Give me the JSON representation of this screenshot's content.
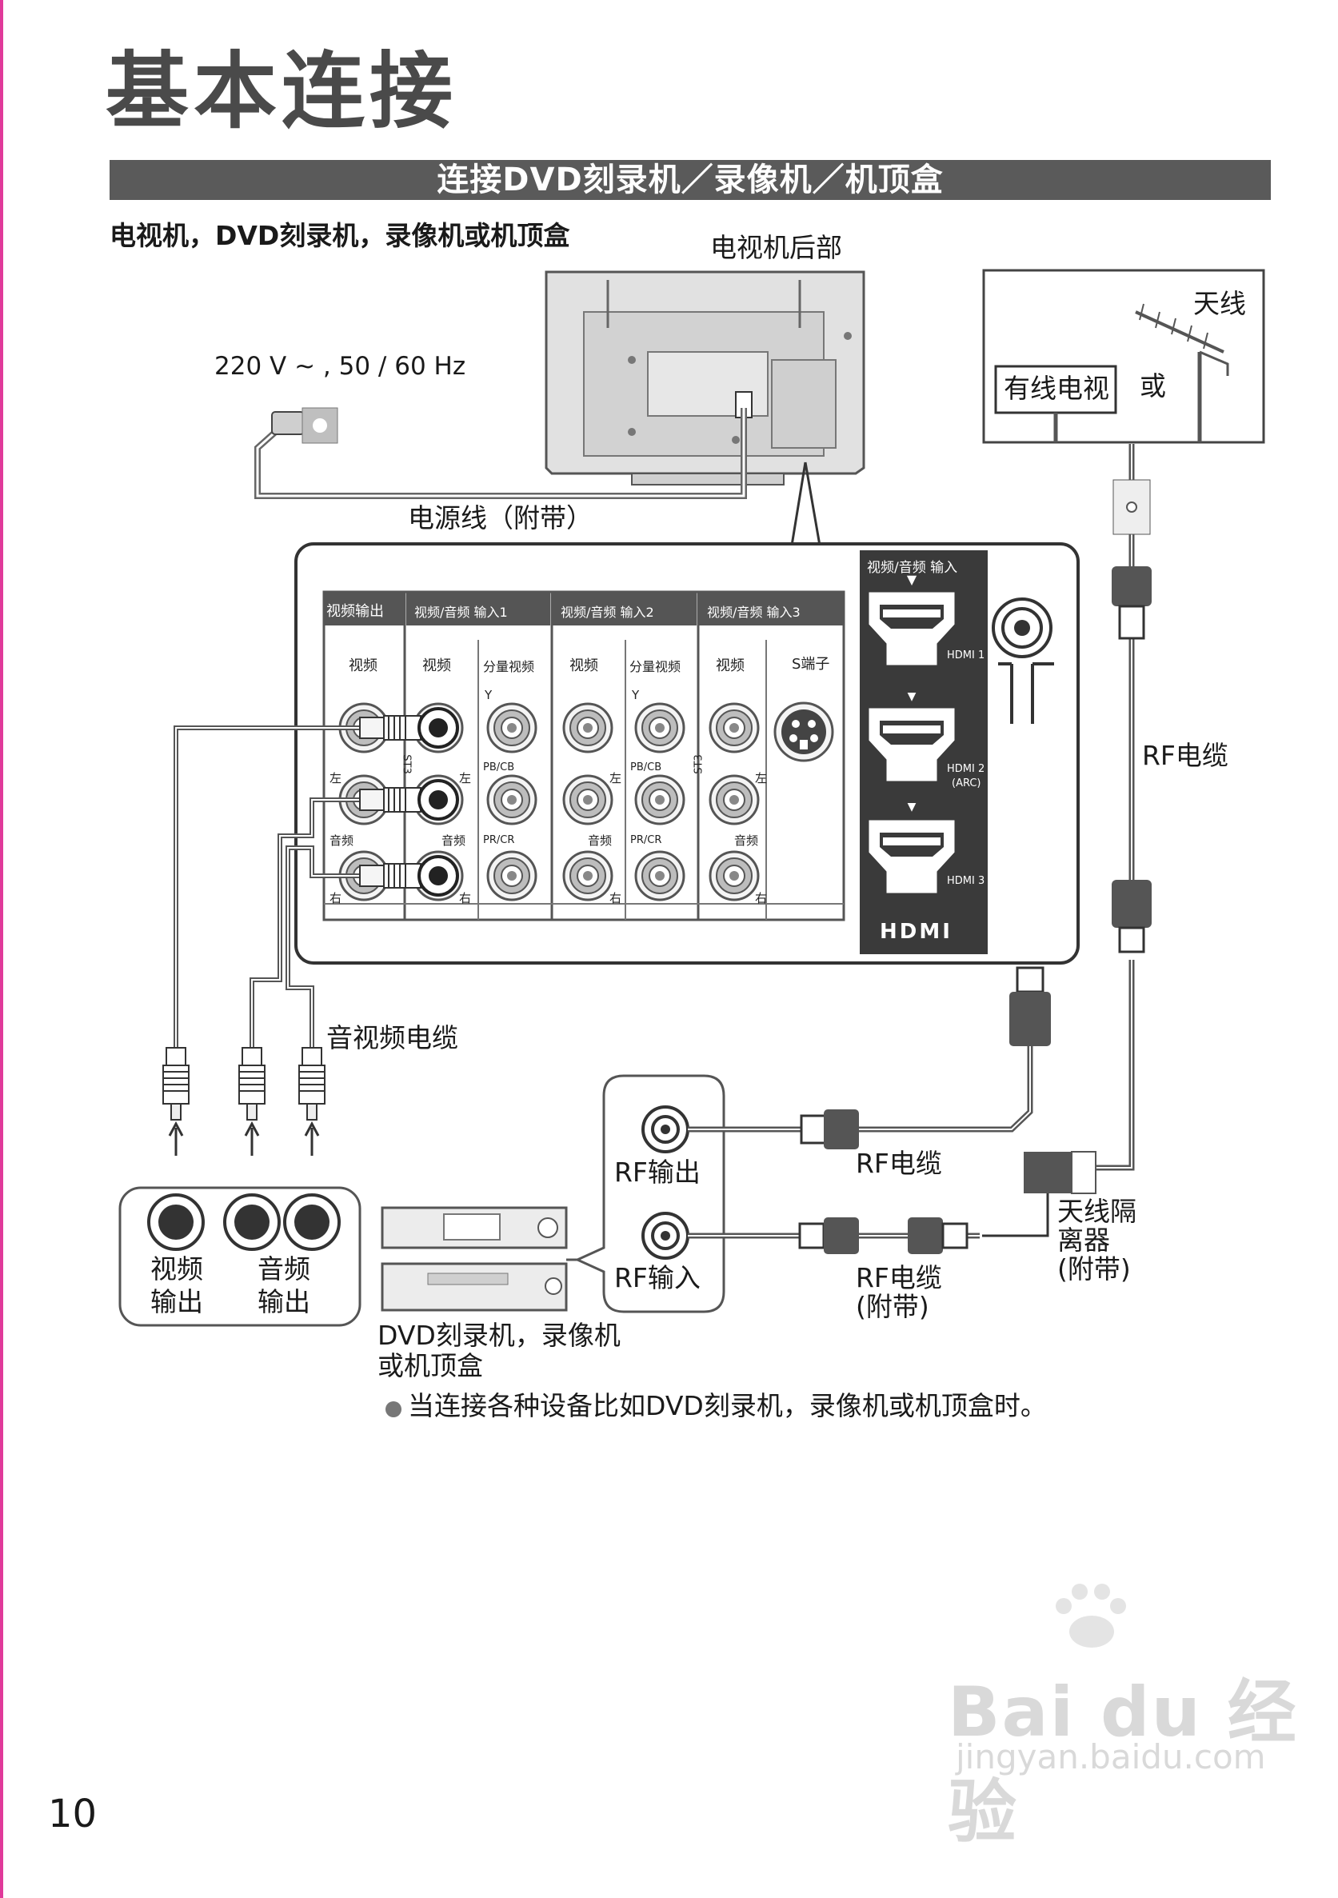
{
  "page": {
    "title": "基本连接",
    "section_title": "连接DVD刻录机／录像机／机顶盒",
    "subtitle": "电视机，DVD刻录机，录像机或机顶盒",
    "page_number": "10"
  },
  "tv": {
    "back_label": "电视机后部",
    "power_spec": "220 V ~ , 50 / 60 Hz",
    "power_cable_label": "电源线（附带）"
  },
  "antenna": {
    "antenna_label": "天线",
    "cable_tv_label": "有线电视",
    "or_label": "或"
  },
  "panel": {
    "group_video_out": "视频输出",
    "group_av1": "视频/音频  输入1",
    "group_av2": "视频/音频  输入2",
    "group_av3": "视频/音频  输入3",
    "video": "视频",
    "component": "分量视频",
    "s_terminal": "S端子",
    "y": "Y",
    "pb_cb": "PB/CB",
    "pr_cr": "PR/CR",
    "left": "左",
    "right": "右",
    "audio": "音频",
    "st3": "ST3",
    "hdmi_header": "视频/音频  输入",
    "hdmi1": "HDMI 1",
    "hdmi2": "HDMI 2",
    "hdmi2_arc": "(ARC)",
    "hdmi3": "HDMI 3",
    "hdmi_logo": "HDMI"
  },
  "cables": {
    "av_cable": "音视频电缆",
    "rf_cable": "RF电缆",
    "rf_cable_included_line1": "RF电缆",
    "rf_cable_included_line2": "(附带)",
    "splitter_line1": "天线隔",
    "splitter_line2": "离器",
    "splitter_line3": "(附带)"
  },
  "device": {
    "video_out_line1": "视频",
    "video_out_line2": "输出",
    "audio_out_line1": "音频",
    "audio_out_line2": "输出",
    "rf_out": "RF输出",
    "rf_in": "RF输入",
    "name_line1": "DVD刻录机，录像机",
    "name_line2": "或机顶盒"
  },
  "note": "当连接各种设备比如DVD刻录机，录像机或机顶盒时。",
  "watermark": {
    "logo": "Bai du 经验",
    "url": "jingyan.baidu.com"
  },
  "colors": {
    "section_bar": "#5a5a5a",
    "margin_line": "#e03a9a",
    "panel_dark": "#3a3a3a",
    "watermark": "#d9d9d9"
  }
}
